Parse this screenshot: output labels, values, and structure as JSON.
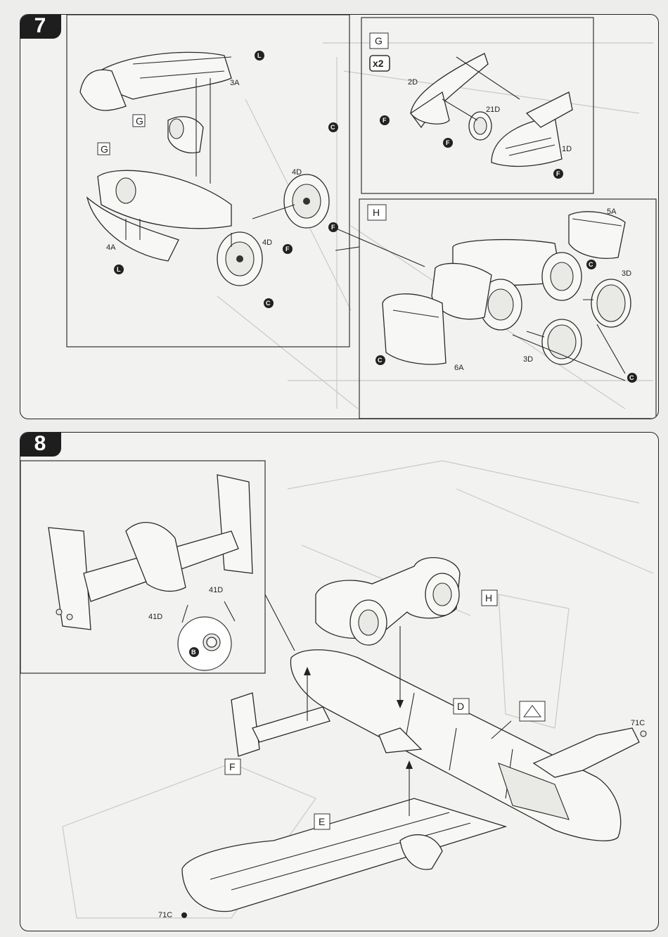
{
  "step7": {
    "number": "7",
    "left": {
      "part_3A": "3A",
      "part_4A": "4A",
      "part_4D_top": "4D",
      "part_4D_bottom": "4D",
      "box_G_1": "G",
      "box_G_2": "G",
      "glue_L_top": "L",
      "glue_L_bottom": "L",
      "glue_C_top": "C",
      "glue_C_bottom": "C",
      "glue_F_1": "F",
      "glue_F_2": "F"
    },
    "topright": {
      "box_G": "G",
      "qty": "x2",
      "part_2D": "2D",
      "part_21D": "21D",
      "part_1D": "1D",
      "glue_F_1": "F",
      "glue_F_2": "F",
      "glue_F_3": "F"
    },
    "bottomright": {
      "box_H": "H",
      "part_5A": "5A",
      "part_3D_top": "3D",
      "part_3D_bottom": "3D",
      "part_6A": "6A",
      "glue_C_1": "C",
      "glue_C_2": "C",
      "glue_C_3": "C"
    }
  },
  "step8": {
    "number": "8",
    "inset": {
      "part_41D_1": "41D",
      "part_41D_2": "41D",
      "glue_B": "B"
    },
    "main": {
      "box_H": "H",
      "box_D": "D",
      "box_F": "F",
      "box_E": "E",
      "part_71C_1": "71C",
      "part_71C_2": "71C"
    }
  }
}
